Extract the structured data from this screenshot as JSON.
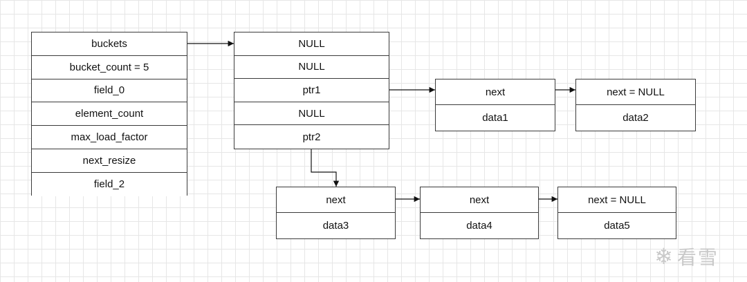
{
  "struct": {
    "fields": [
      "buckets",
      "bucket_count = 5",
      "field_0",
      "element_count",
      "max_load_factor",
      "next_resize",
      "field_2"
    ]
  },
  "bucket_array": {
    "slots": [
      "NULL",
      "NULL",
      "ptr1",
      "NULL",
      "ptr2"
    ]
  },
  "nodes": [
    {
      "next": "next",
      "data": "data1"
    },
    {
      "next": "next = NULL",
      "data": "data2"
    },
    {
      "next": "next",
      "data": "data3"
    },
    {
      "next": "next",
      "data": "data4"
    },
    {
      "next": "next = NULL",
      "data": "data5"
    }
  ],
  "watermark": {
    "icon": "snowflake-icon",
    "text": "看雪"
  }
}
